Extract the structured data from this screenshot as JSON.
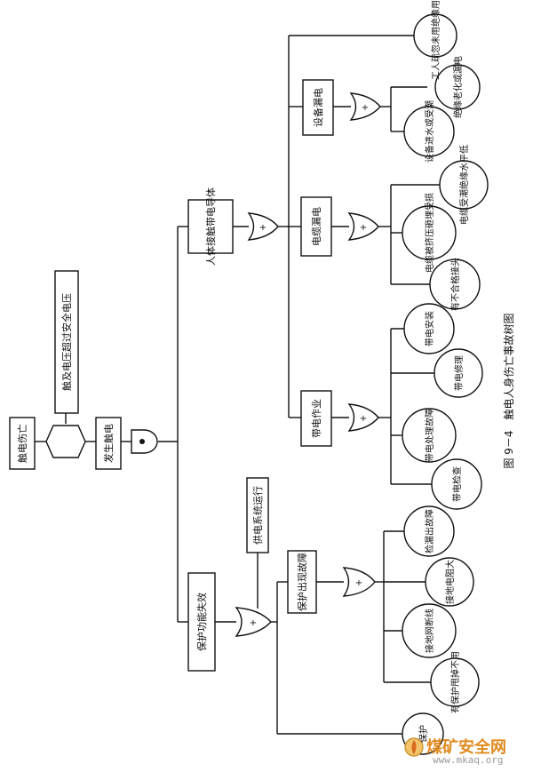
{
  "diagram": {
    "top_event": "触电伤亡",
    "condition": "触及电压超过安全电压",
    "event_electric_shock": "发生触电",
    "branch_protection_failure": "保护功能失效",
    "power_running": "供电系统运行",
    "event_protection_fault": "保护出现故障",
    "branch_body_contact": "人体接触带电导体",
    "event_live_work": "带电作业",
    "event_cable_leak": "电缆漏电",
    "event_equipment_leak": "设备漏电",
    "leaf_protection_partial": "保护",
    "leaf_disabled_protection": "有保护甩掉不用",
    "leaf_ground_broken": "接地网断线",
    "leaf_ground_resistance": "接地电阻大",
    "leaf_leak_check_fault": "检漏出故障",
    "leaf_live_inspection": "带电检查",
    "leaf_live_fault_handling": "带电处理故障",
    "leaf_live_repair": "带电修理",
    "leaf_live_install": "带电安装",
    "leaf_bad_joint": "有不合格接头",
    "leaf_cable_crushed": "电缆被挤压砸埋受损",
    "leaf_cable_insulation_low": "电缆受潮绝缘水平低",
    "leaf_equipment_water": "设备进水或受潮",
    "leaf_insulation_aging": "绝缘老化或漏电",
    "leaf_no_insulation_tools": "工人疏忽未用绝缘用具",
    "caption": "图 9－4　触电人身伤亡事故树图"
  },
  "watermark": {
    "brand": "煤矿安全网",
    "url": "www.mkaq.org"
  }
}
